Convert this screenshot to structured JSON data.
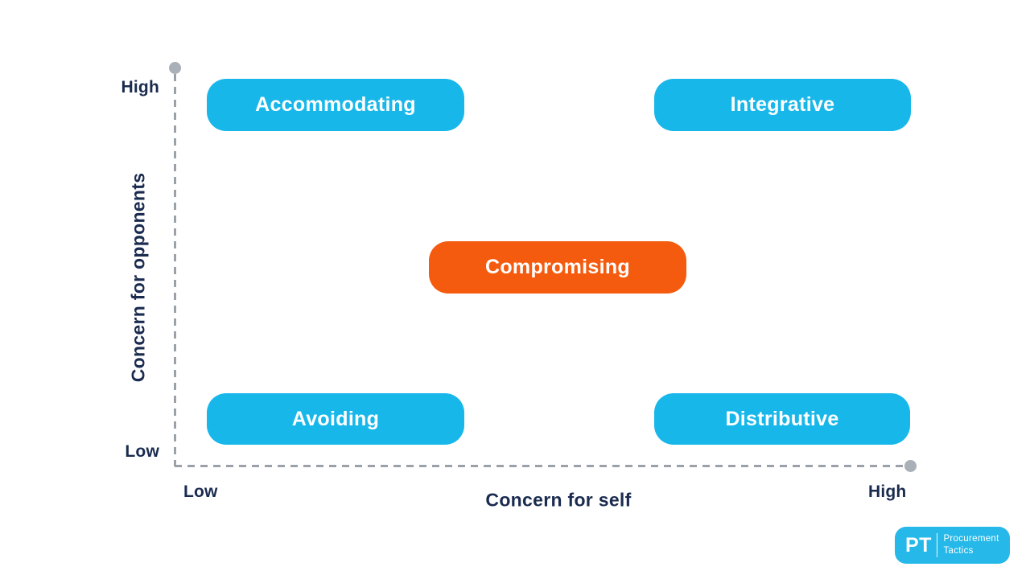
{
  "matrix": {
    "y_axis": {
      "title": "Concern for opponents",
      "high_label": "High",
      "low_label": "Low"
    },
    "x_axis": {
      "title": "Concern for self",
      "low_label": "Low",
      "high_label": "High"
    },
    "boxes": [
      {
        "name": "accommodating",
        "label": "Accommodating",
        "position": "top-left",
        "color": "#18b7ea"
      },
      {
        "name": "integrative",
        "label": "Integrative",
        "position": "top-right",
        "color": "#18b7ea"
      },
      {
        "name": "compromising",
        "label": "Compromising",
        "position": "center",
        "color": "#f55b0f"
      },
      {
        "name": "avoiding",
        "label": "Avoiding",
        "position": "bottom-left",
        "color": "#18b7ea"
      },
      {
        "name": "distributive",
        "label": "Distributive",
        "position": "bottom-right",
        "color": "#18b7ea"
      }
    ],
    "colors": {
      "box_blue": "#18b7ea",
      "box_orange": "#f55b0f",
      "axis_gray": "#9aa1a9",
      "dot_gray": "#a9b0b8",
      "text_navy": "#1a2b4f"
    }
  },
  "logo": {
    "monogram": "PT",
    "name_line1": "Procurement",
    "name_line2": "Tactics",
    "background": "#25b8e8"
  }
}
